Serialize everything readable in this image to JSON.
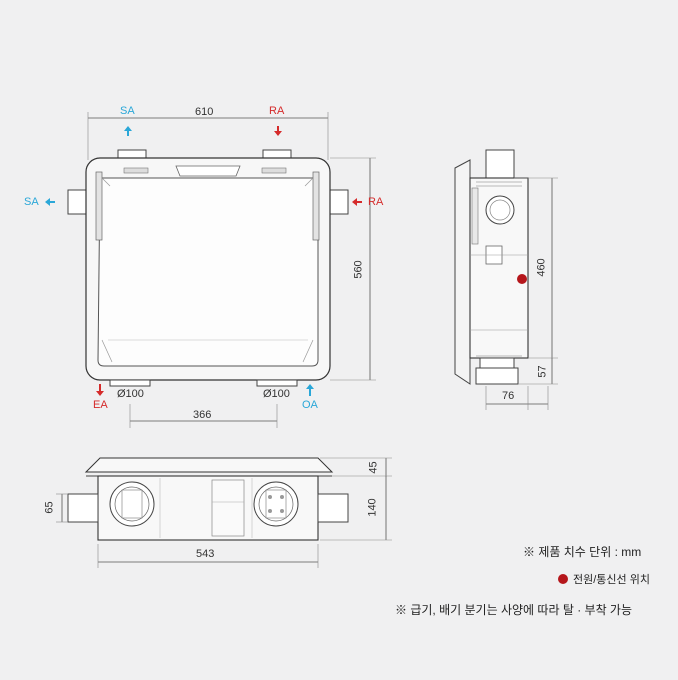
{
  "labels": {
    "sa_top": "SA",
    "ra_top": "RA",
    "sa_left": "SA",
    "ra_right": "RA",
    "ea": "EA",
    "oa": "OA"
  },
  "dims": {
    "width_top": "610",
    "height_front": "560",
    "duct_left": "Ø100",
    "duct_right": "Ø100",
    "duct_spacing": "366",
    "side_height": "460",
    "side_bottom": "57",
    "side_depth": "76",
    "bottom_width": "543",
    "bottom_top": "45",
    "bottom_body": "140",
    "bottom_left": "65"
  },
  "notes": {
    "unit": "※ 제품 치수 단위 : mm",
    "power": "전원/통신선 위치",
    "footnote": "※ 급기, 배기 분기는 사양에 따라 탈 · 부착 가능"
  },
  "colors": {
    "blue": "#2aa7d8",
    "red": "#d52b2b",
    "dot": "#b5161b",
    "line": "#333333"
  }
}
